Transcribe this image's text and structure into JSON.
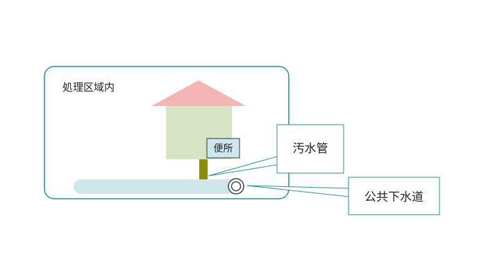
{
  "area": {
    "label": "処理区域内"
  },
  "house": {
    "toilet_label": "便所"
  },
  "callouts": {
    "sewage_pipe": "汚水管",
    "public_sewer": "公共下水道"
  },
  "colors": {
    "frame": "#1f8b8b",
    "roof": "#f4b6b4",
    "wall": "#d6e6c4",
    "drain": "#8b8b0e",
    "pipe": "#cfe6ea",
    "toilet_bg": "#cde7ee"
  }
}
